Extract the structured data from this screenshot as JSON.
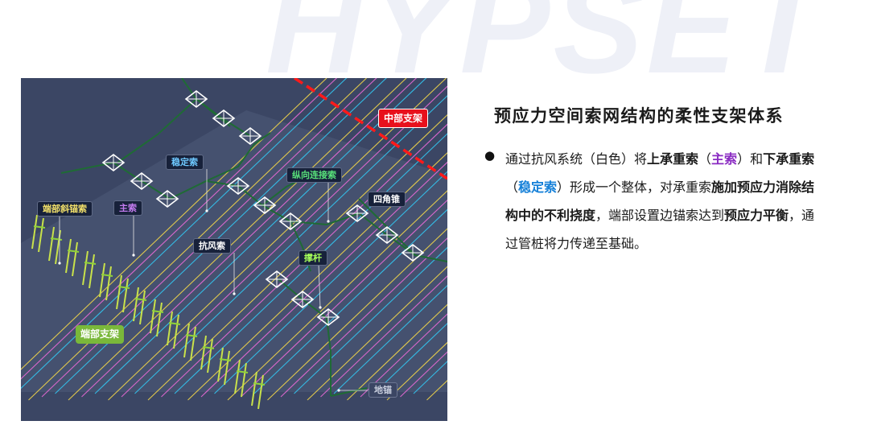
{
  "watermark": "HYPSET",
  "labels": {
    "mid_support": "中部支架",
    "stabilizer": "稳定索",
    "longitudinal": "纵向连接索",
    "end_anchor": "端部斜锚索",
    "main_cable": "主索",
    "pyramid": "四角锥",
    "wind": "抗风索",
    "strut": "撑杆",
    "end_support": "端部支架",
    "ground_anchor": "地锚"
  },
  "title": "预应力空间索网结构的柔性支架体系",
  "paragraph": {
    "p1": "通过抗风系统（白色）将",
    "p2": "上承重索",
    "p3": "（",
    "p4": "主索",
    "p5": "）和",
    "p6": "下承重索",
    "p7": "（",
    "p8": "稳定索",
    "p9": "）形成一个整体，对承重索",
    "p10": "施加预应力消除结构中的不利挠度",
    "p11": "，端部设置边锚索达到",
    "p12": "预应力平衡",
    "p13": "，通过管桩将力传递至基础。"
  },
  "colors": {
    "panel_bg": "#3b4664",
    "ground": "#4a5676",
    "yellow_cable": "#f2d64a",
    "pink_cable": "#e86ad6",
    "cyan_cable": "#33c6f0",
    "structure": "#1c5a2e",
    "highlight_main": "#8a2bc2",
    "highlight_stab": "#1580d8"
  }
}
